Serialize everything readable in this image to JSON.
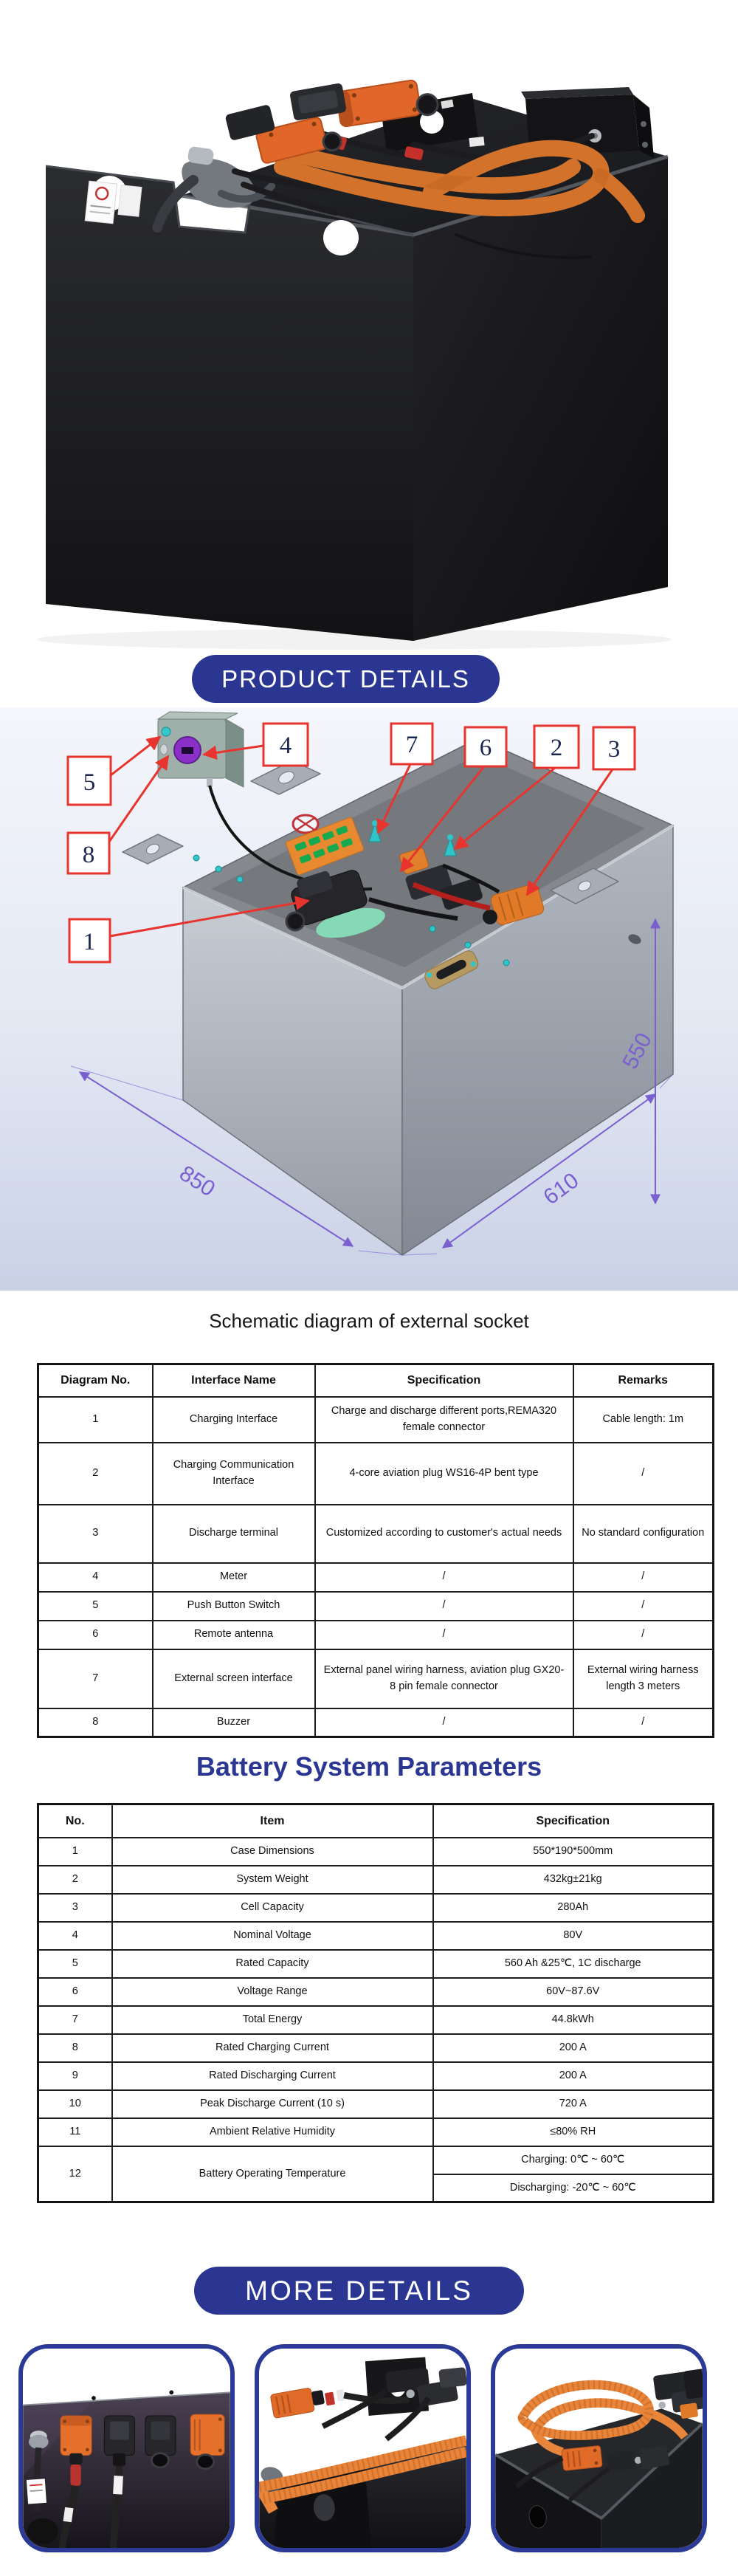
{
  "banners": {
    "product_details_label": "PRODUCT DETAILS",
    "more_details_label": "MORE DETAILS"
  },
  "schematic": {
    "caption": "Schematic diagram of external socket",
    "callouts": [
      "1",
      "2",
      "3",
      "4",
      "5",
      "6",
      "7",
      "8"
    ],
    "dim_width": "850",
    "dim_depth": "610",
    "dim_height": "550"
  },
  "interface_table": {
    "headers": [
      "Diagram No.",
      "Interface Name",
      "Specification",
      "Remarks"
    ],
    "rows": [
      {
        "no": "1",
        "name": "Charging Interface",
        "spec": "Charge and discharge different ports,REMA320 female connector",
        "remarks": "Cable length: 1m"
      },
      {
        "no": "2",
        "name": "Charging Communication Interface",
        "spec": "4-core aviation plug WS16-4P bent type",
        "remarks": "/"
      },
      {
        "no": "3",
        "name": "Discharge terminal",
        "spec": "Customized according to customer's actual needs",
        "remarks": "No standard configuration"
      },
      {
        "no": "4",
        "name": "Meter",
        "spec": "/",
        "remarks": "/"
      },
      {
        "no": "5",
        "name": "Push Button Switch",
        "spec": "/",
        "remarks": "/"
      },
      {
        "no": "6",
        "name": "Remote antenna",
        "spec": "/",
        "remarks": "/"
      },
      {
        "no": "7",
        "name": "External screen interface",
        "spec": "External panel wiring harness, aviation plug GX20-8 pin female connector",
        "remarks": "External wiring harness length 3 meters"
      },
      {
        "no": "8",
        "name": "Buzzer",
        "spec": "/",
        "remarks": "/"
      }
    ]
  },
  "parameters": {
    "title": "Battery System Parameters",
    "headers": [
      "No.",
      "Item",
      "Specification"
    ],
    "rows": [
      {
        "no": "1",
        "item": "Case Dimensions",
        "spec": "550*190*500mm"
      },
      {
        "no": "2",
        "item": "System Weight",
        "spec": "432kg±21kg"
      },
      {
        "no": "3",
        "item": "Cell Capacity",
        "spec": "280Ah"
      },
      {
        "no": "4",
        "item": "Nominal Voltage",
        "spec": "80V"
      },
      {
        "no": "5",
        "item": "Rated Capacity",
        "spec": "560 Ah &25℃, 1C discharge"
      },
      {
        "no": "6",
        "item": "Voltage Range",
        "spec": "60V~87.6V"
      },
      {
        "no": "7",
        "item": "Total Energy",
        "spec": "44.8kWh"
      },
      {
        "no": "8",
        "item": "Rated Charging Current",
        "spec": "200 A"
      },
      {
        "no": "9",
        "item": "Rated Discharging Current",
        "spec": "200 A"
      },
      {
        "no": "10",
        "item": "Peak Discharge Current (10 s)",
        "spec": "720 A"
      },
      {
        "no": "11",
        "item": "Ambient Relative Humidity",
        "spec": "≤80% RH"
      },
      {
        "no": "12",
        "item": "Battery Operating Temperature",
        "spec_charging": "Charging: 0℃ ~ 60℃",
        "spec_discharging": "Discharging: -20℃ ~ 60℃"
      }
    ]
  },
  "colors": {
    "banner_bg": "#2b3693",
    "heading": "#2b3693",
    "card_border": "#2b3a96",
    "callout_red": "#e8342e",
    "dimension_purple": "#7a5fd0",
    "accent_orange": "#e8853b"
  }
}
